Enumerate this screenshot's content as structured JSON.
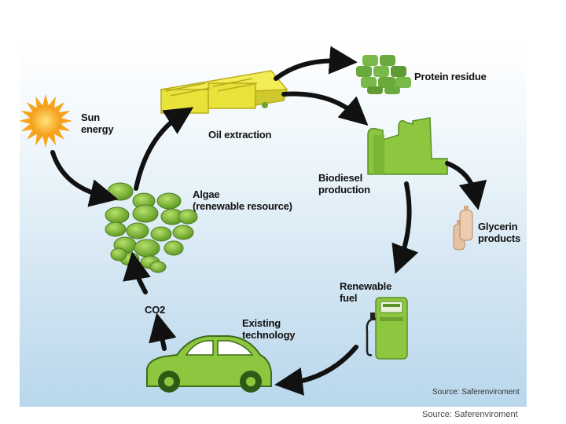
{
  "labels": {
    "sun": "Sun\nenergy",
    "oil_extraction": "Oil extraction",
    "protein": "Protein residue",
    "biodiesel": "Biodiesel\nproduction",
    "glycerin": "Glycerin\nproducts",
    "algae": "Algae\n(renewable resource)",
    "renewable_fuel": "Renewable\nfuel",
    "existing_tech": "Existing\ntechnology",
    "co2": "CO2"
  },
  "source_inner": "Source: Saferenviroment",
  "source_outer": "Source: Saferenviroment",
  "colors": {
    "arrow": "#111111",
    "green": "#8dc63f",
    "green_dark": "#5a8f2a",
    "yellow": "#e8e23a",
    "sun": "#f7a51c",
    "glycerin": "#e6c3a3"
  }
}
